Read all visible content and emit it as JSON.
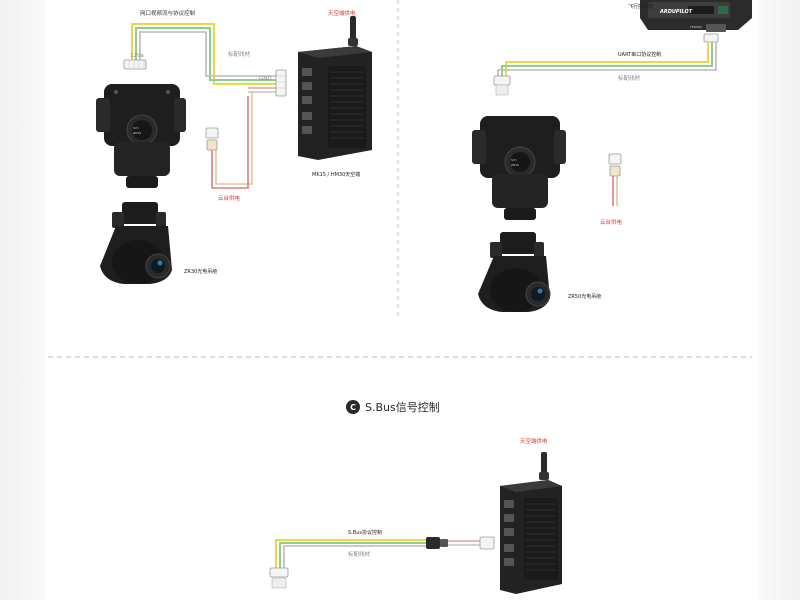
{
  "section_a": {
    "label_data_port": "网口视频流与协议控制",
    "label_sky_power": "天空端供电",
    "label_hs_sync": "标配线材",
    "label_gimbal_power": "云台供电",
    "label_receiver": "MK15 / HM30天空端",
    "label_camera": "ZR30光电吊舱",
    "label_conn_small": "12Va",
    "label_conn_gnd": "GND"
  },
  "section_b": {
    "label_flight_controller": "飞行控制器",
    "label_uart": "UART串口协议控制",
    "label_standard_cable": "标配线材",
    "label_gimbal_power": "云台供电",
    "label_camera": "ZR50光电吊舱",
    "label_fc_logo": "ARDUPILOT",
    "label_fc_port": "TELEM2"
  },
  "section_c": {
    "badge": "C",
    "title": "S.Bus信号控制",
    "label_sky_power": "天空端供电",
    "label_sbus": "S.Bus协议控制",
    "label_standard_cable": "标配线材"
  },
  "gimbal_brand": "SIYI",
  "gimbal_model": "ZR30",
  "colors": {
    "wire_yellow": "#e8d84a",
    "wire_green": "#8fcf8c",
    "wire_grey": "#b9b9b9",
    "wire_red": "#d9382f",
    "wire_black": "#3a3a3a",
    "device_dark": "#1e1e1e",
    "accent_red": "#d9382f",
    "divider": "#c8c8c8"
  },
  "icons": [
    "gimbal-icon",
    "camera-pod-icon",
    "sky-unit-icon",
    "flight-controller-icon",
    "connector-icon"
  ]
}
